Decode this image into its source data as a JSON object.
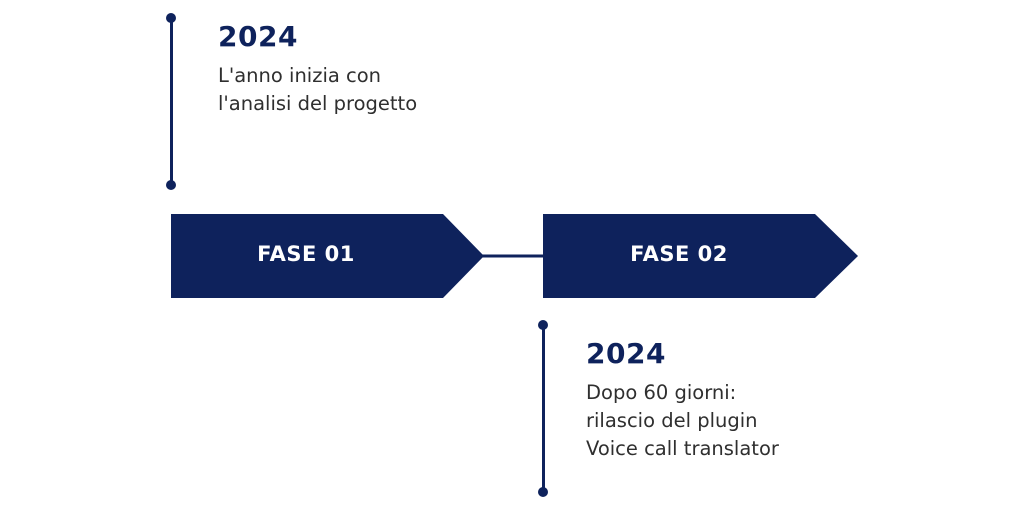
{
  "colors": {
    "navy": "#0e225c",
    "text": "#2f2f2f",
    "background": "#ffffff"
  },
  "phases": [
    {
      "label": "FASE 01"
    },
    {
      "label": "FASE 02"
    }
  ],
  "milestones": [
    {
      "year": "2024",
      "lines": [
        "L'anno inizia con",
        "l'analisi del progetto"
      ]
    },
    {
      "year": "2024",
      "lines": [
        "Dopo 60 giorni:",
        "rilascio del plugin",
        "Voice call translator"
      ]
    }
  ]
}
